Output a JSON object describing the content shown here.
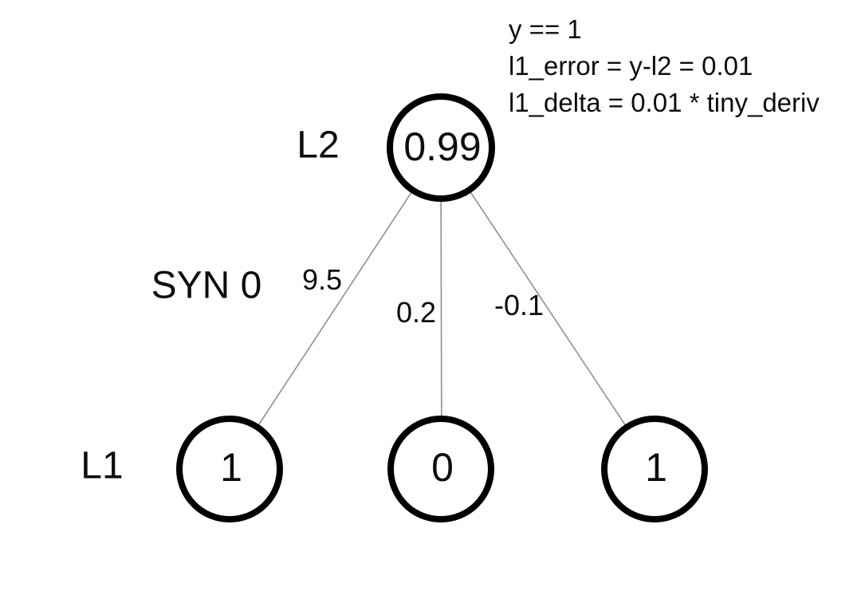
{
  "diagram": {
    "title_hint": "neural network backpropagation diagram",
    "annotation": {
      "line1": "y == 1",
      "line2": "l1_error = y-l2 = 0.01",
      "line3": "l1_delta = 0.01 * tiny_deriv"
    },
    "labels": {
      "output_layer": "L2",
      "synapse": "SYN 0",
      "input_layer": "L1"
    },
    "nodes": {
      "l2_value": "0.99",
      "l1_values": [
        "1",
        "0",
        "1"
      ]
    },
    "weights": [
      "9.5",
      "0.2",
      "-0.1"
    ],
    "colors": {
      "background": "#ffffff",
      "node_stroke": "#000000",
      "node_fill": "#ffffff",
      "edge_line": "#8f8f8f",
      "text": "#0d0d0d"
    }
  }
}
